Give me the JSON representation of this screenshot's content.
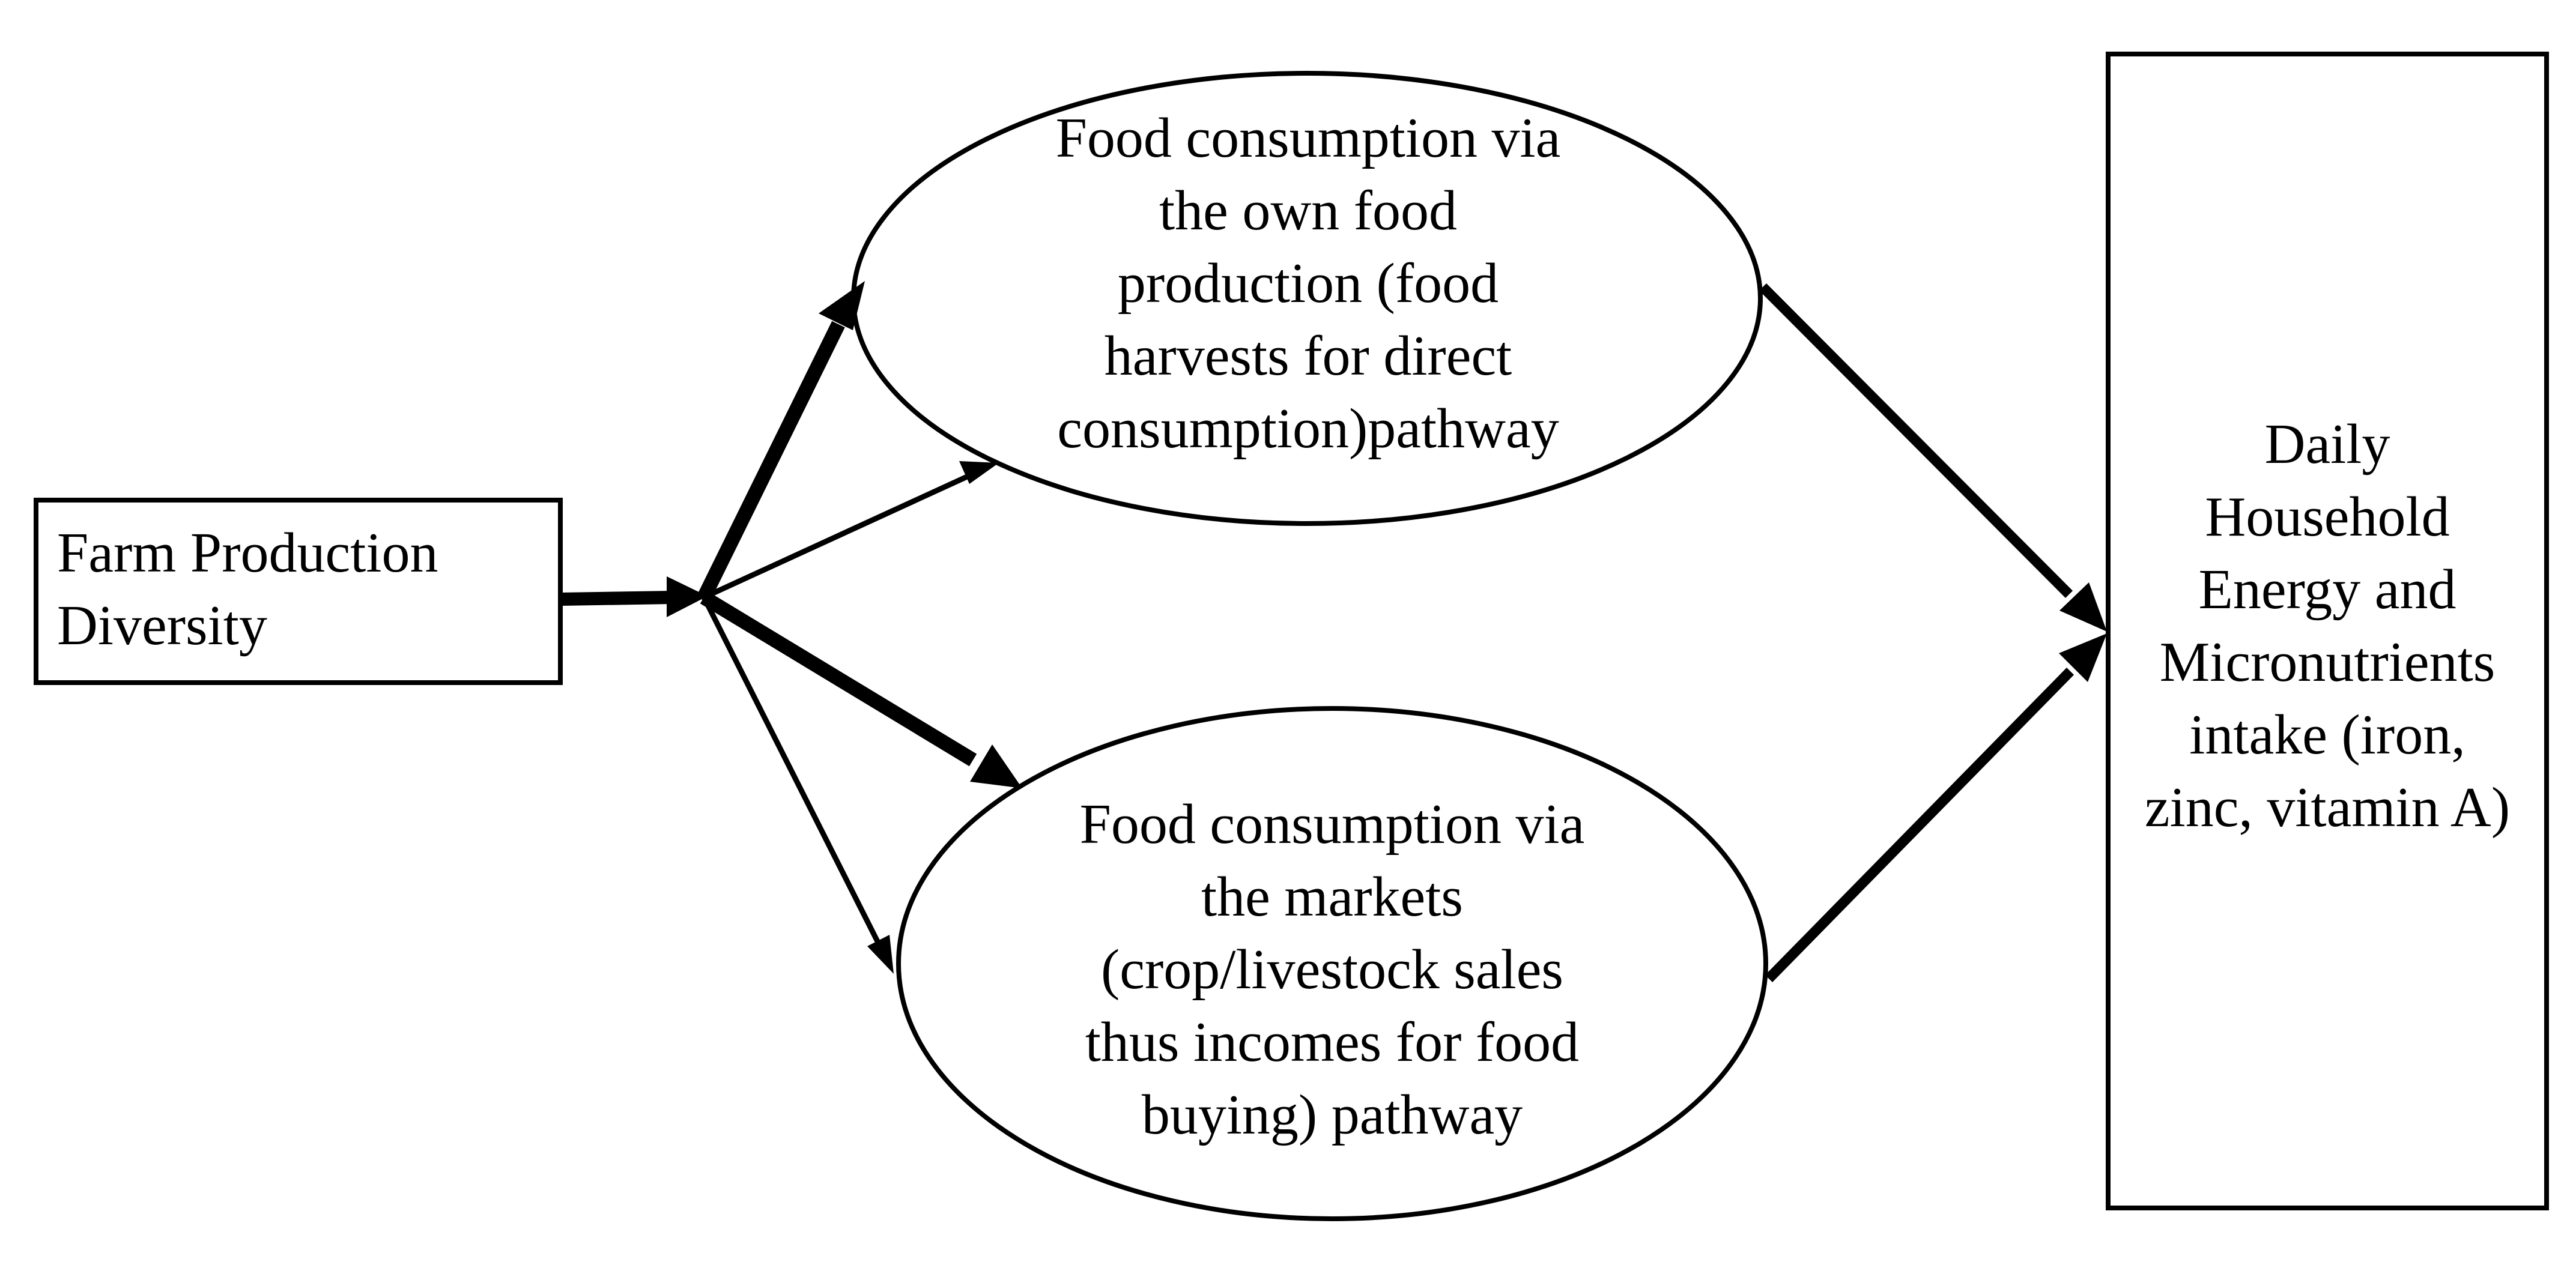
{
  "nodes": {
    "farm_production": {
      "lines": [
        "Farm Production",
        "Diversity"
      ]
    },
    "own_production_pathway": {
      "lines": [
        "Food consumption via",
        "the own food",
        "production (food",
        "harvests for direct",
        "consumption)pathway"
      ]
    },
    "market_pathway": {
      "lines": [
        "Food consumption via",
        "the markets",
        "(crop/livestock sales",
        "thus incomes for food",
        "buying) pathway"
      ]
    },
    "household_intake": {
      "lines": [
        "Daily",
        "Household",
        "Energy and",
        "Micronutrients",
        "intake (iron,",
        "zinc, vitamin A)"
      ]
    }
  },
  "edges": [
    {
      "from": "farm_production",
      "to": "branch_point",
      "weight": "thick"
    },
    {
      "from": "branch_point",
      "to": "own_production_pathway",
      "weight": "thick"
    },
    {
      "from": "branch_point",
      "to": "own_production_pathway",
      "weight": "thin"
    },
    {
      "from": "branch_point",
      "to": "market_pathway",
      "weight": "thick"
    },
    {
      "from": "branch_point",
      "to": "market_pathway",
      "weight": "thin"
    },
    {
      "from": "own_production_pathway",
      "to": "household_intake",
      "weight": "thick"
    },
    {
      "from": "market_pathway",
      "to": "household_intake",
      "weight": "thick"
    }
  ]
}
